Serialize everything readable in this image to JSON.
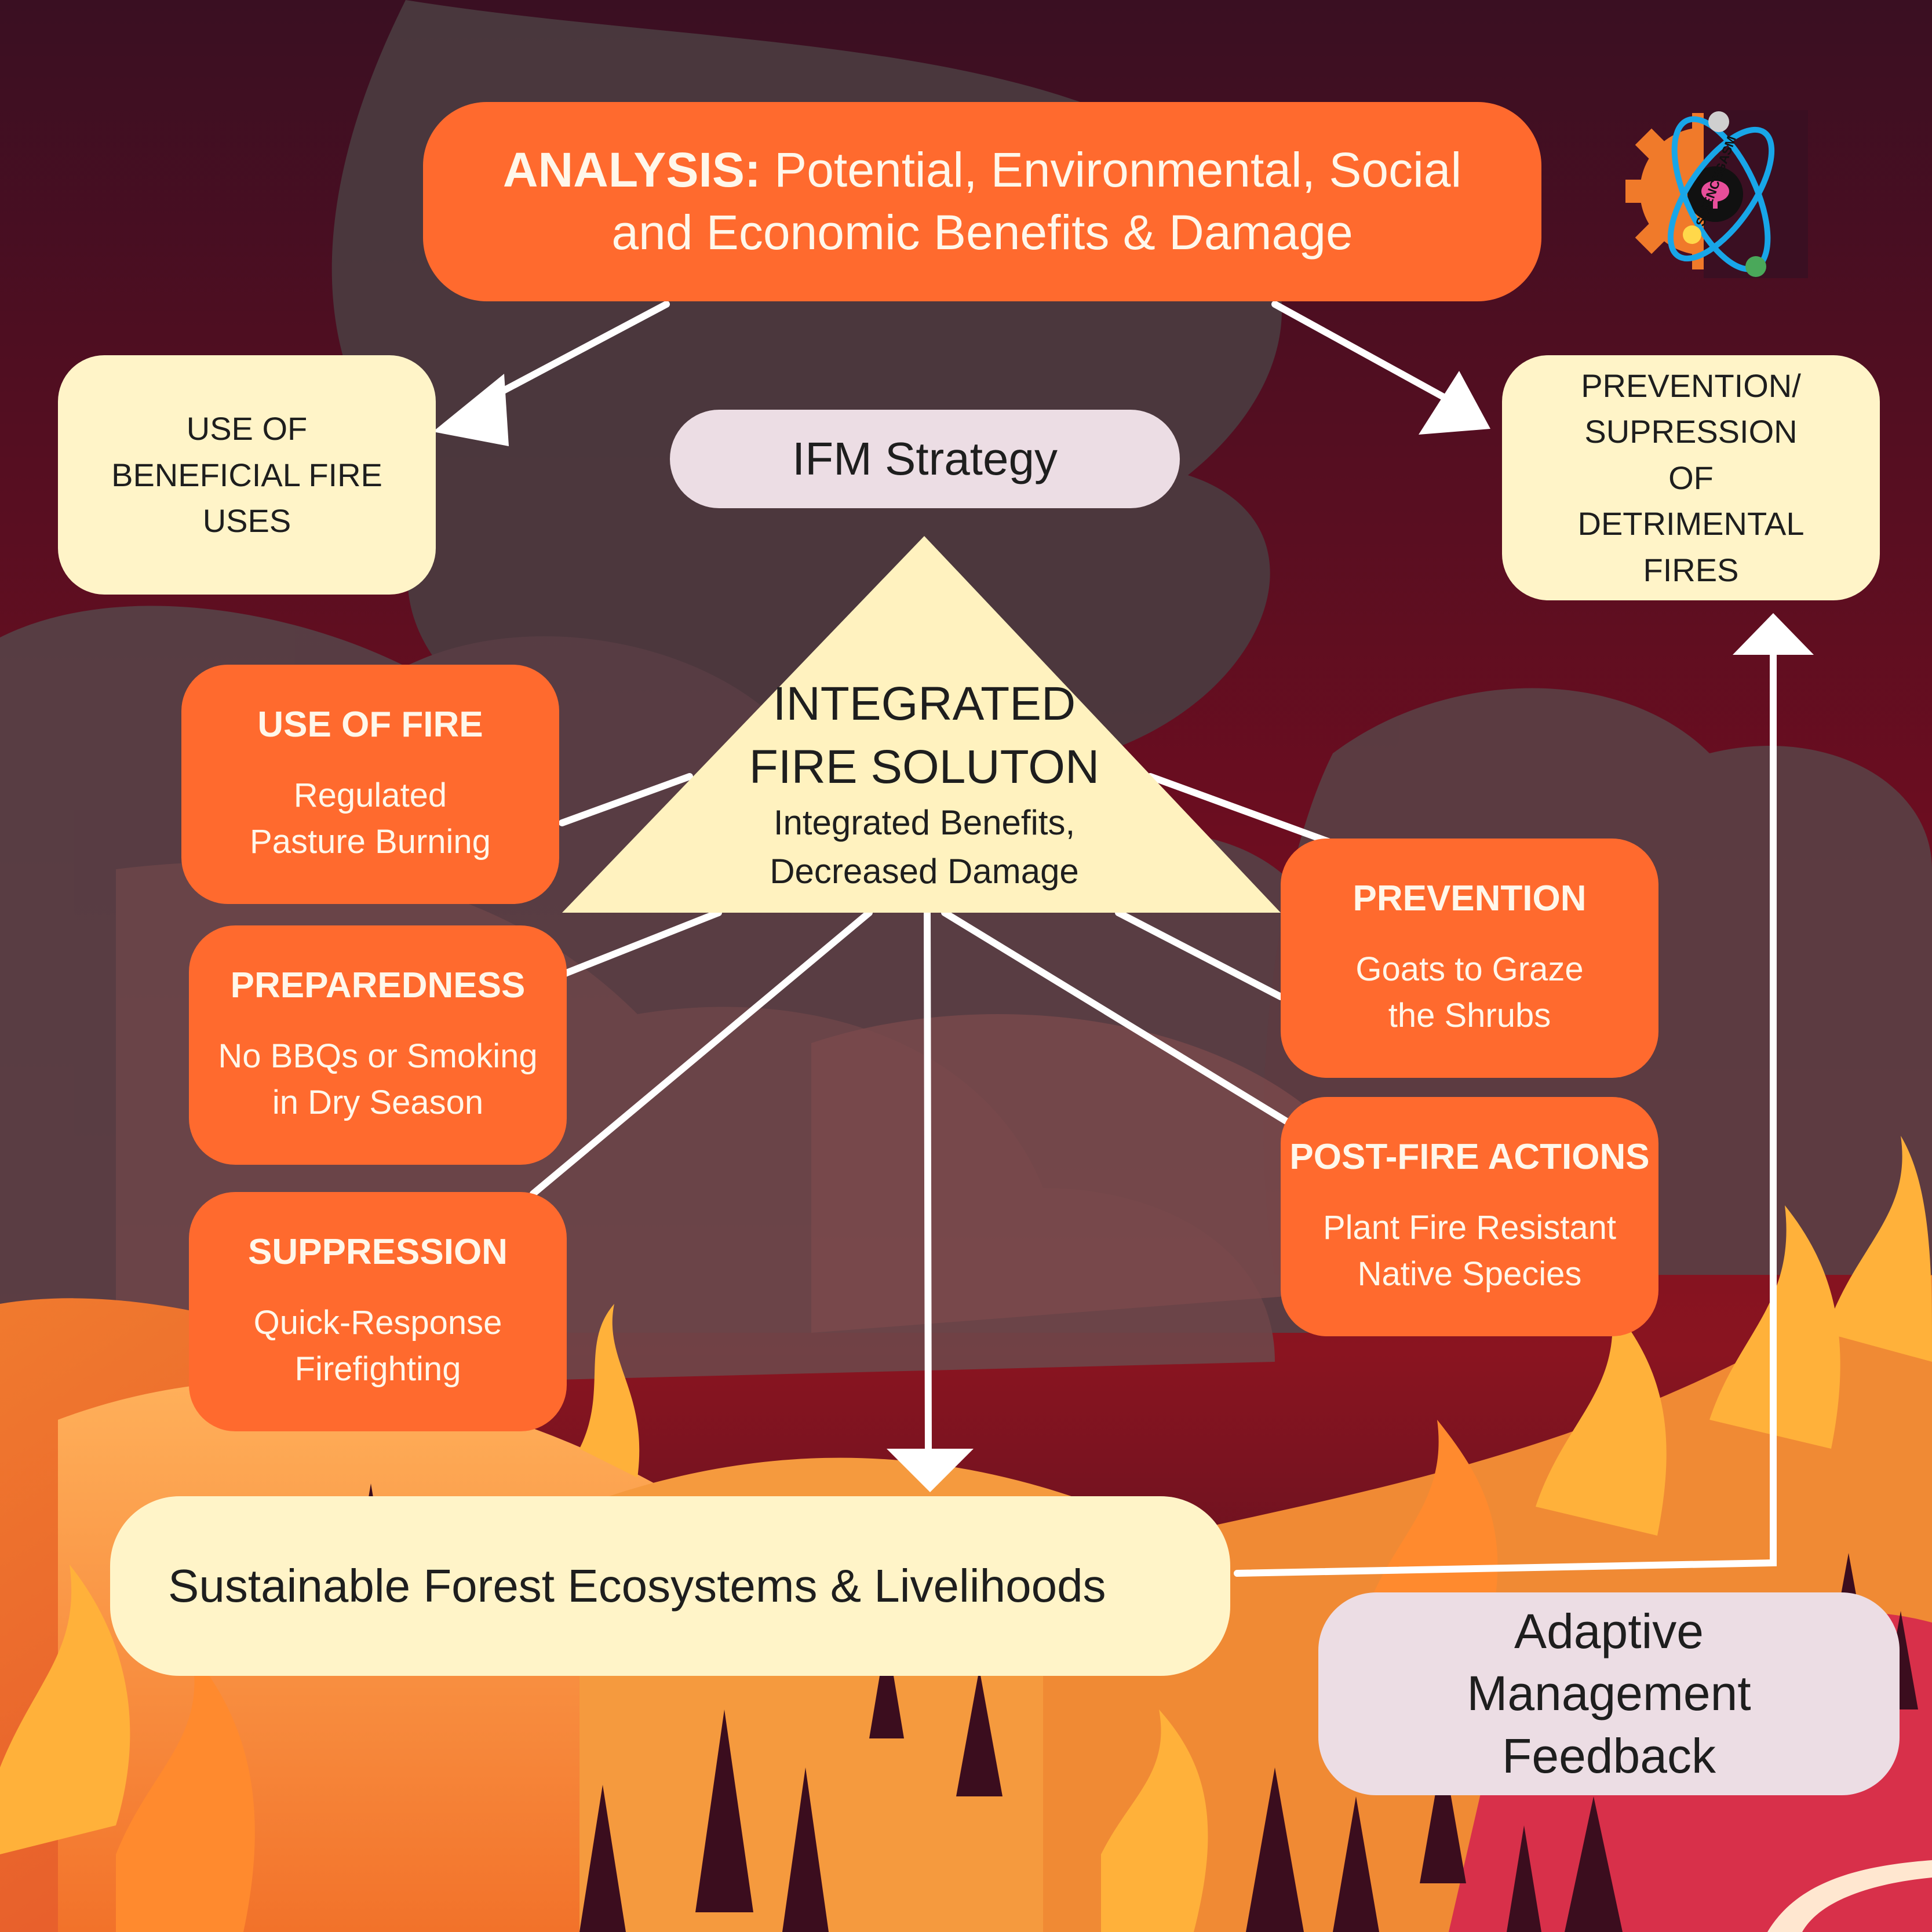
{
  "analysis": {
    "heading": "ANALYSIS:",
    "line1_rest": "Potential, Environmental, Social",
    "line2": "and Economic Benefits & Damage"
  },
  "beneficial": {
    "lines": [
      "USE OF",
      "BENEFICIAL FIRE",
      "USES"
    ]
  },
  "prevention_top": {
    "lines": [
      "PREVENTION/",
      "SUPRESSION",
      "OF",
      "DETRIMENTAL",
      "FIRES"
    ]
  },
  "strategy": {
    "label": "IFM Strategy"
  },
  "integrated": {
    "title_lines": [
      "INTEGRATED",
      "FIRE SOLUTON"
    ],
    "body_lines": [
      "Integrated Benefits,",
      "Decreased Damage"
    ]
  },
  "components": {
    "use_of_fire": {
      "title": "USE OF FIRE",
      "lines": [
        "Regulated",
        "Pasture Burning"
      ]
    },
    "preparedness": {
      "title": "PREPAREDNESS",
      "lines": [
        "No BBQs or Smoking",
        "in Dry Season"
      ]
    },
    "suppression": {
      "title": "SUPPRESSION",
      "lines": [
        "Quick-Response",
        "Firefighting"
      ]
    },
    "prevention": {
      "title": "PREVENTION",
      "lines": [
        "Goats to Graze",
        "the Shrubs"
      ]
    },
    "post_fire": {
      "title": "POST-FIRE ACTIONS",
      "lines": [
        "Plant Fire Resistant",
        "Native Species"
      ]
    }
  },
  "outcome": {
    "label": "Sustainable Forest Ecosystems & Livelihoods"
  },
  "feedback": {
    "lines": [
      "Adaptive",
      "Management",
      "Feedback"
    ]
  },
  "logo": {
    "text": "SCIENCEGASM"
  },
  "colors": {
    "orange_box": "#ff6a2e",
    "cream_box": "#fff4c8",
    "lilac_box": "#ecdde4",
    "arrow": "#ffffff",
    "sky_top": "#3a0f22",
    "sky_mid": "#7a0f22",
    "smoke": "#4a3a3e",
    "flame": "#ffb13a"
  }
}
